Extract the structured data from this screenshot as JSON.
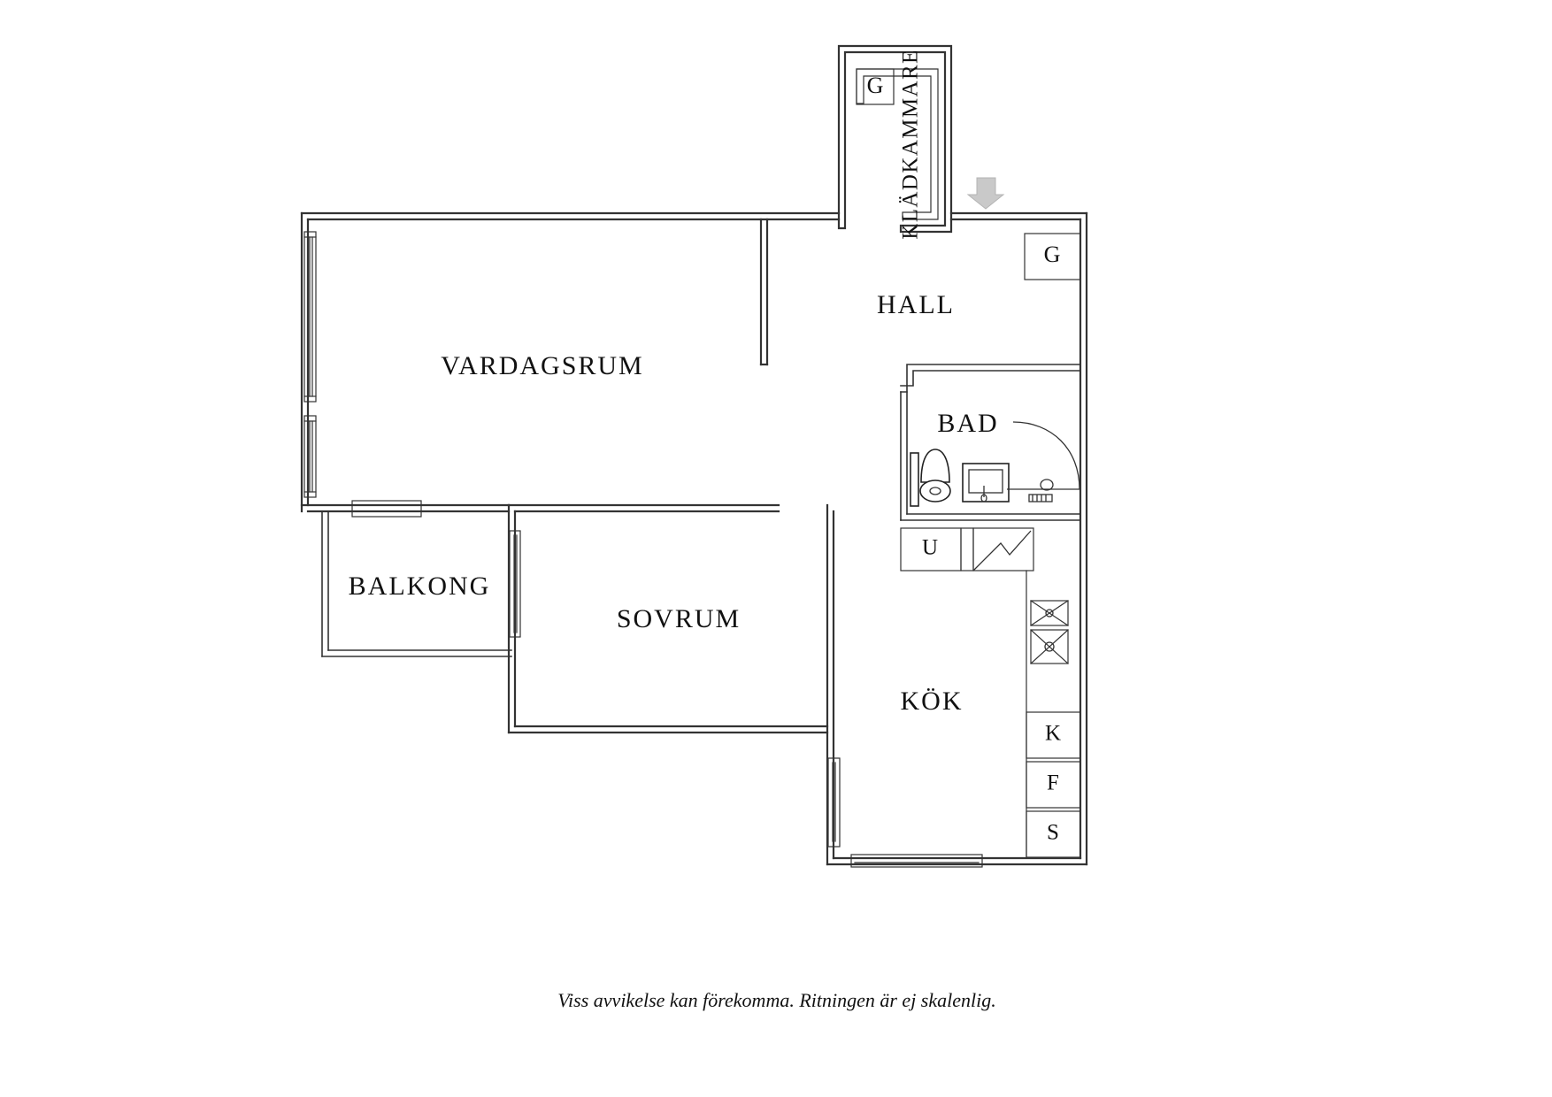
{
  "document": {
    "type": "floor-plan",
    "language": "sv",
    "caption": "Viss avvikelse kan förekomma. Ritningen är ej skalenlig.",
    "background_color": "#ffffff",
    "line_color": "#333333",
    "arrow_color": "#c9c9c9"
  },
  "rooms": [
    {
      "id": "vardagsrum",
      "label": "VARDAGSRUM"
    },
    {
      "id": "balkong",
      "label": "BALKONG"
    },
    {
      "id": "sovrum",
      "label": "SOVRUM"
    },
    {
      "id": "hall",
      "label": "HALL"
    },
    {
      "id": "bad",
      "label": "BAD"
    },
    {
      "id": "kok",
      "label": "KÖK"
    },
    {
      "id": "kladkammare",
      "label": "KLÄDKAMMARE"
    }
  ],
  "closets": [
    {
      "id": "closet-kladkammare",
      "label": "G"
    },
    {
      "id": "closet-hall",
      "label": "G"
    }
  ],
  "appliances": [
    {
      "id": "appliance-u",
      "label": "U"
    },
    {
      "id": "appliance-k",
      "label": "K"
    },
    {
      "id": "appliance-f",
      "label": "F"
    },
    {
      "id": "appliance-s",
      "label": "S"
    }
  ],
  "entry": {
    "marker": "entrance-arrow",
    "direction": "down"
  }
}
